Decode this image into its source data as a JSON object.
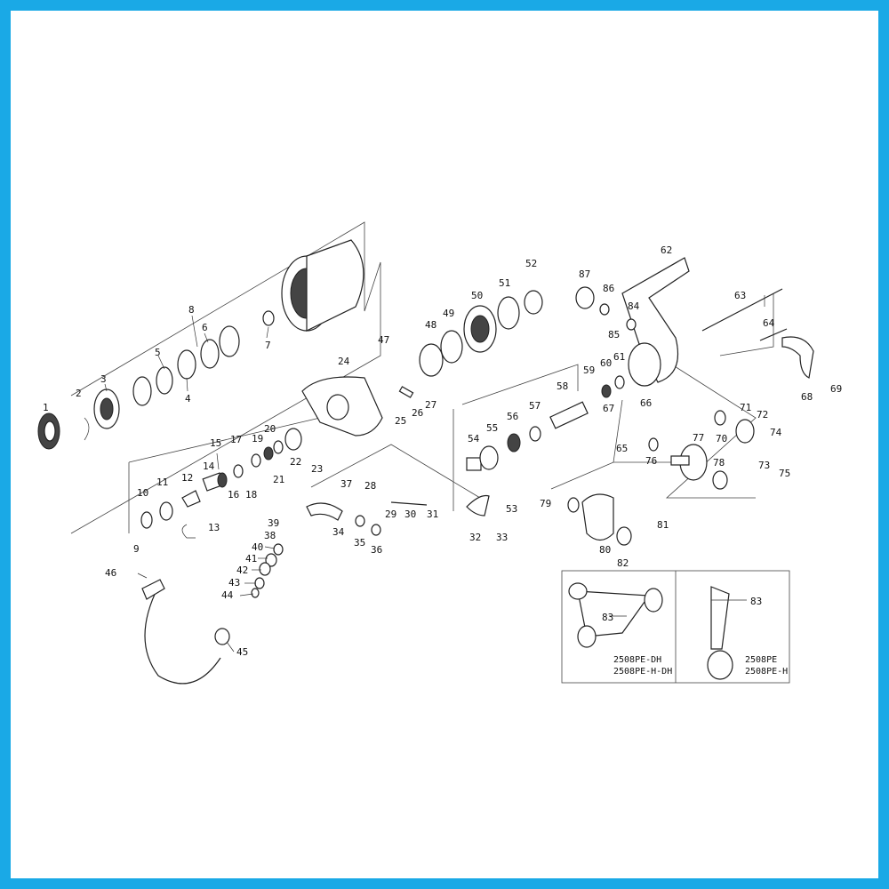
{
  "parts": [
    {
      "id": "p1",
      "label": "1"
    },
    {
      "id": "p2",
      "label": "2"
    },
    {
      "id": "p3",
      "label": "3"
    },
    {
      "id": "p4",
      "label": "4"
    },
    {
      "id": "p5",
      "label": "5"
    },
    {
      "id": "p6",
      "label": "6"
    },
    {
      "id": "p7",
      "label": "7"
    },
    {
      "id": "p8",
      "label": "8"
    },
    {
      "id": "p9",
      "label": "9"
    },
    {
      "id": "p10",
      "label": "10"
    },
    {
      "id": "p11",
      "label": "11"
    },
    {
      "id": "p12",
      "label": "12"
    },
    {
      "id": "p13",
      "label": "13"
    },
    {
      "id": "p14",
      "label": "14"
    },
    {
      "id": "p15",
      "label": "15"
    },
    {
      "id": "p16",
      "label": "16"
    },
    {
      "id": "p17",
      "label": "17"
    },
    {
      "id": "p18",
      "label": "18"
    },
    {
      "id": "p19",
      "label": "19"
    },
    {
      "id": "p20",
      "label": "20"
    },
    {
      "id": "p21",
      "label": "21"
    },
    {
      "id": "p22",
      "label": "22"
    },
    {
      "id": "p23",
      "label": "23"
    },
    {
      "id": "p24",
      "label": "24"
    },
    {
      "id": "p25",
      "label": "25"
    },
    {
      "id": "p26",
      "label": "26"
    },
    {
      "id": "p27",
      "label": "27"
    },
    {
      "id": "p28",
      "label": "28"
    },
    {
      "id": "p29",
      "label": "29"
    },
    {
      "id": "p30",
      "label": "30"
    },
    {
      "id": "p31",
      "label": "31"
    },
    {
      "id": "p32",
      "label": "32"
    },
    {
      "id": "p33",
      "label": "33"
    },
    {
      "id": "p34",
      "label": "34"
    },
    {
      "id": "p35",
      "label": "35"
    },
    {
      "id": "p36",
      "label": "36"
    },
    {
      "id": "p37",
      "label": "37"
    },
    {
      "id": "p38",
      "label": "38"
    },
    {
      "id": "p39",
      "label": "39"
    },
    {
      "id": "p40",
      "label": "40"
    },
    {
      "id": "p41",
      "label": "41"
    },
    {
      "id": "p42",
      "label": "42"
    },
    {
      "id": "p43",
      "label": "43"
    },
    {
      "id": "p44",
      "label": "44"
    },
    {
      "id": "p45",
      "label": "45"
    },
    {
      "id": "p46",
      "label": "46"
    },
    {
      "id": "p47",
      "label": "47"
    },
    {
      "id": "p48",
      "label": "48"
    },
    {
      "id": "p49",
      "label": "49"
    },
    {
      "id": "p50",
      "label": "50"
    },
    {
      "id": "p51",
      "label": "51"
    },
    {
      "id": "p52",
      "label": "52"
    },
    {
      "id": "p53",
      "label": "53"
    },
    {
      "id": "p54",
      "label": "54"
    },
    {
      "id": "p55",
      "label": "55"
    },
    {
      "id": "p56",
      "label": "56"
    },
    {
      "id": "p57",
      "label": "57"
    },
    {
      "id": "p58",
      "label": "58"
    },
    {
      "id": "p59",
      "label": "59"
    },
    {
      "id": "p60",
      "label": "60"
    },
    {
      "id": "p61",
      "label": "61"
    },
    {
      "id": "p62",
      "label": "62"
    },
    {
      "id": "p63",
      "label": "63"
    },
    {
      "id": "p64",
      "label": "64"
    },
    {
      "id": "p65",
      "label": "65"
    },
    {
      "id": "p66",
      "label": "66"
    },
    {
      "id": "p67",
      "label": "67"
    },
    {
      "id": "p68",
      "label": "68"
    },
    {
      "id": "p69",
      "label": "69"
    },
    {
      "id": "p70",
      "label": "70"
    },
    {
      "id": "p71",
      "label": "71"
    },
    {
      "id": "p72",
      "label": "72"
    },
    {
      "id": "p73",
      "label": "73"
    },
    {
      "id": "p74",
      "label": "74"
    },
    {
      "id": "p75",
      "label": "75"
    },
    {
      "id": "p76",
      "label": "76"
    },
    {
      "id": "p77",
      "label": "77"
    },
    {
      "id": "p78",
      "label": "78"
    },
    {
      "id": "p79",
      "label": "79"
    },
    {
      "id": "p80",
      "label": "80"
    },
    {
      "id": "p81",
      "label": "81"
    },
    {
      "id": "p82",
      "label": "82"
    },
    {
      "id": "p83a",
      "label": "83"
    },
    {
      "id": "p83b",
      "label": "83"
    },
    {
      "id": "p84",
      "label": "84"
    },
    {
      "id": "p85",
      "label": "85"
    },
    {
      "id": "p86",
      "label": "86"
    },
    {
      "id": "p87",
      "label": "87"
    }
  ],
  "handle_variants": {
    "left": {
      "line1": "2508PE-DH",
      "line2": "2508PE-H-DH"
    },
    "right": {
      "line1": "2508PE",
      "line2": "2508PE-H"
    }
  },
  "colors": {
    "border": "#1aa9e6",
    "background": "#ffffff",
    "ink": "#222222"
  }
}
